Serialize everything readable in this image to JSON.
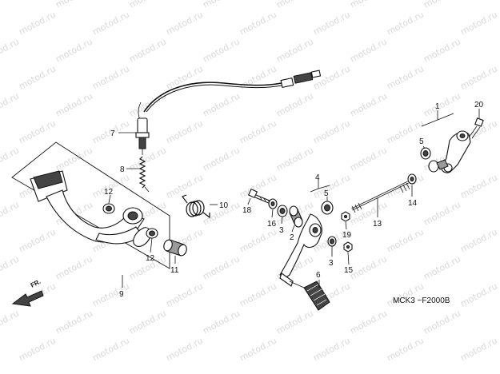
{
  "watermark": {
    "text": "motod.ru"
  },
  "diagram_code": "MCK3 −F2000B",
  "direction_label": "FR.",
  "callouts": [
    {
      "id": "1",
      "label": "1"
    },
    {
      "id": "20",
      "label": "20"
    },
    {
      "id": "5a",
      "label": "5"
    },
    {
      "id": "7",
      "label": "7"
    },
    {
      "id": "8",
      "label": "8"
    },
    {
      "id": "4",
      "label": "4"
    },
    {
      "id": "5b",
      "label": "5"
    },
    {
      "id": "14",
      "label": "14"
    },
    {
      "id": "12a",
      "label": "12"
    },
    {
      "id": "10",
      "label": "10"
    },
    {
      "id": "18",
      "label": "18"
    },
    {
      "id": "16",
      "label": "16"
    },
    {
      "id": "3a",
      "label": "3"
    },
    {
      "id": "2",
      "label": "2"
    },
    {
      "id": "19",
      "label": "19"
    },
    {
      "id": "13",
      "label": "13"
    },
    {
      "id": "12b",
      "label": "12"
    },
    {
      "id": "11",
      "label": "11"
    },
    {
      "id": "3b",
      "label": "3"
    },
    {
      "id": "15",
      "label": "15"
    },
    {
      "id": "6",
      "label": "6"
    },
    {
      "id": "9",
      "label": "9"
    }
  ]
}
